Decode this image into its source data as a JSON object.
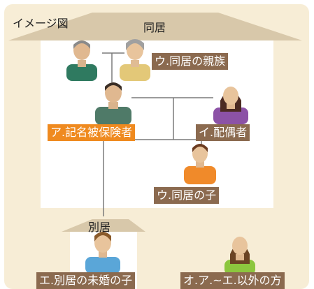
{
  "diagram": {
    "image_label": "イメージ図",
    "house_title": "同居",
    "separate_title": "別居",
    "colors": {
      "panel": "#f7edd6",
      "roof": "#d8c8aa",
      "house_body": "#ffffff",
      "label_brown": "#8b6a4f",
      "label_orange": "#ef8a1f",
      "line": "#7a7a7a"
    },
    "labels": {
      "insured": "ア.記名被保険者",
      "spouse": "イ.配偶者",
      "relatives": "ウ.同居の親族",
      "child_cohabiting": "ウ.同居の子",
      "child_separate": "エ.別居の未婚の子",
      "others": "オ.ア.~エ.以外の方"
    }
  }
}
